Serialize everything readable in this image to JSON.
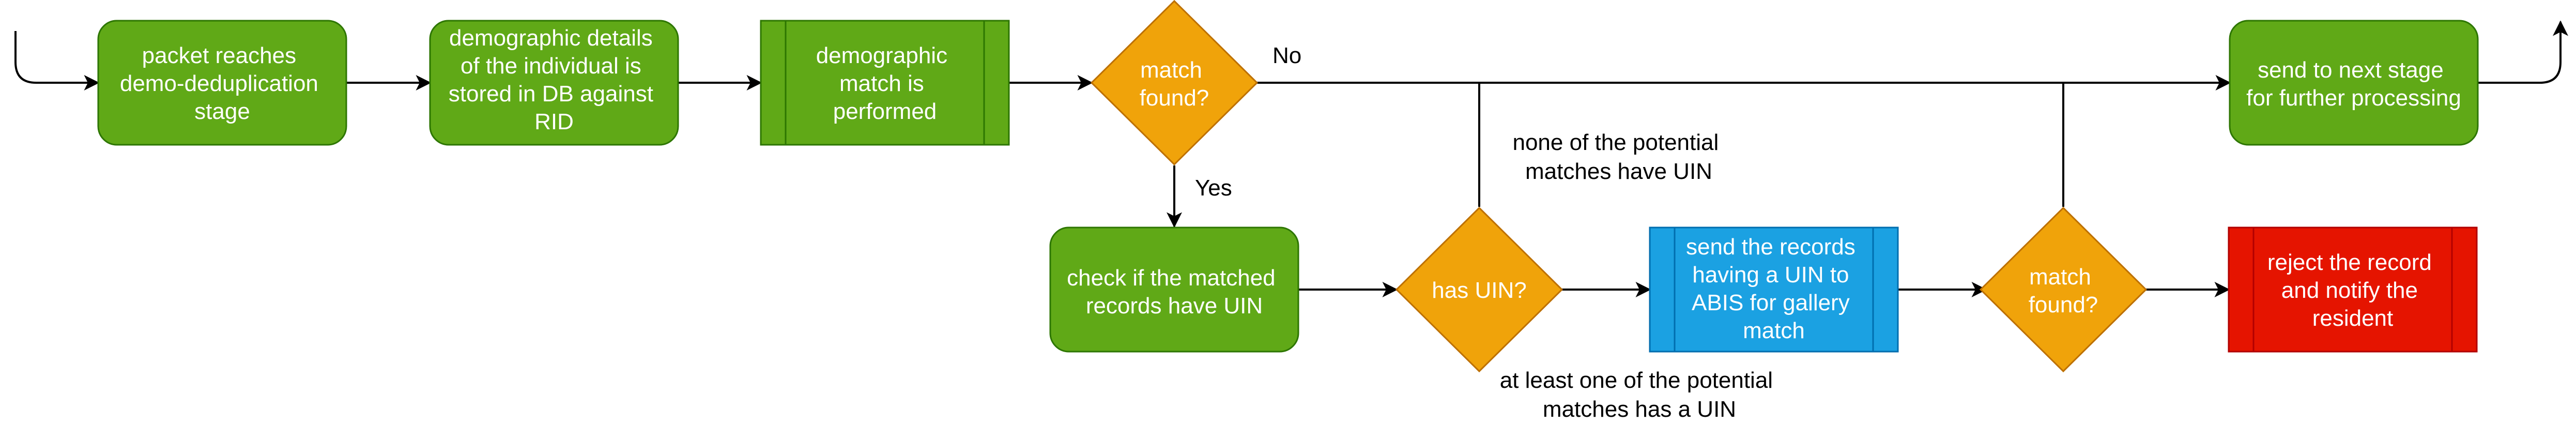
{
  "nodes": {
    "packet_reaches": [
      "packet reaches",
      "demo-deduplication",
      "stage"
    ],
    "demographic_details": [
      "demographic details",
      "of the individual is",
      "stored in DB against",
      "RID"
    ],
    "demographic_match": [
      "demographic",
      "match is",
      "performed"
    ],
    "match_found_1": [
      "match",
      "found?"
    ],
    "send_next_stage": [
      "send to next stage",
      "for further processing"
    ],
    "check_matched": [
      "check if the matched",
      "records have UIN"
    ],
    "has_uin": [
      "has UIN?"
    ],
    "send_abis": [
      "send the records",
      "having a UIN to",
      "ABIS for gallery",
      "match"
    ],
    "match_found_2": [
      "match",
      "found?"
    ],
    "reject_record": [
      "reject the record",
      "and notify the",
      "resident"
    ]
  },
  "edge_labels": {
    "no": [
      "No"
    ],
    "yes": [
      "Yes"
    ],
    "none_have_uin": [
      "none of the potential",
      "matches have UIN"
    ],
    "at_least_one_uin": [
      "at least one of the potential",
      "matches has a UIN"
    ]
  },
  "colors": {
    "green_fill": "#60a917",
    "green_stroke": "#2d7600",
    "orange_fill": "#f0a30a",
    "orange_stroke": "#bd7000",
    "blue_fill": "#1ba1e2",
    "blue_stroke": "#006eaf",
    "red_fill": "#e51400",
    "red_stroke": "#b20000",
    "edge": "#000000"
  }
}
